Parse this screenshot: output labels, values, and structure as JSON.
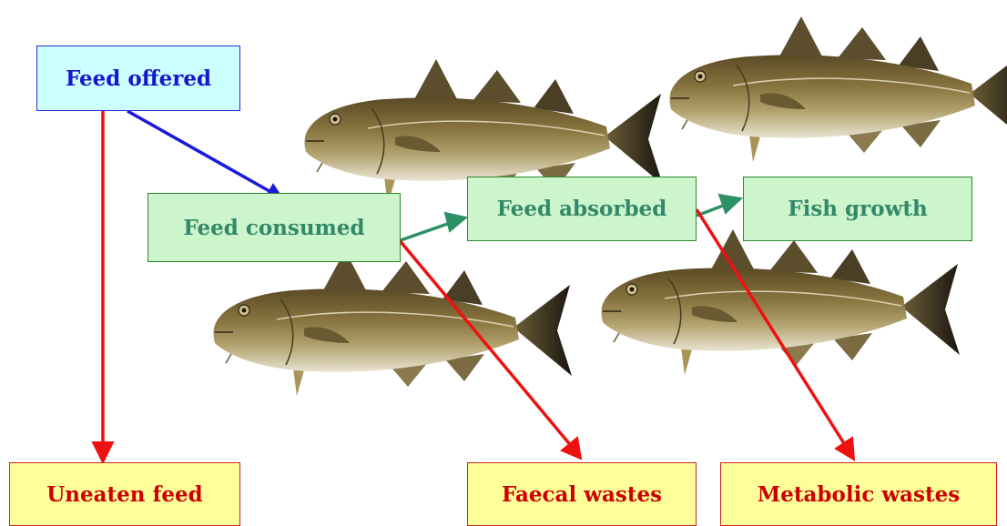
{
  "nodes": {
    "feed_offered": "Feed offered",
    "feed_consumed": "Feed consumed",
    "feed_absorbed": "Feed absorbed",
    "fish_growth": "Fish growth",
    "uneaten_feed": "Uneaten feed",
    "faecal_wastes": "Faecal wastes",
    "metabolic_wastes": "Metabolic wastes"
  },
  "edges": [
    {
      "from": "Feed offered",
      "to": "Feed consumed",
      "color": "#1a1adb"
    },
    {
      "from": "Feed offered",
      "to": "Uneaten feed",
      "color": "#ee1111"
    },
    {
      "from": "Feed consumed",
      "to": "Feed absorbed",
      "color": "#2e9065"
    },
    {
      "from": "Feed consumed",
      "to": "Faecal wastes",
      "color": "#ee1111"
    },
    {
      "from": "Feed absorbed",
      "to": "Fish growth",
      "color": "#2e9065"
    },
    {
      "from": "Feed absorbed",
      "to": "Metabolic wastes",
      "color": "#ee1111"
    }
  ],
  "colors": {
    "offered_fill": "#ccffff",
    "growth_stage_fill": "#ccf5cc",
    "waste_fill": "#ffff99"
  },
  "illustration": {
    "fish_count": 4,
    "icon": "cod-fish-icon"
  }
}
